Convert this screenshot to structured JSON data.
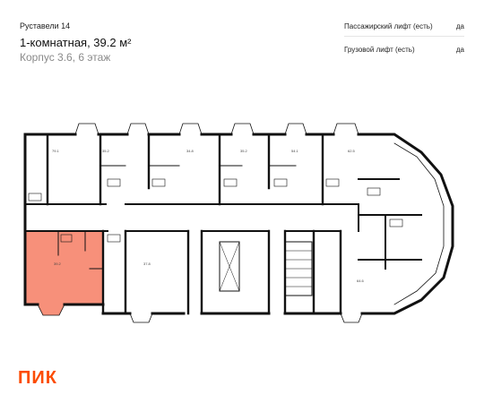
{
  "header": {
    "project": "Руставели 14",
    "title": "1-комнатная, 39.2 м²",
    "subtitle": "Корпус 3.6, 6 этаж"
  },
  "params": [
    {
      "label": "Пассажирский лифт (есть)",
      "value": "да"
    },
    {
      "label": "Грузовой лифт (есть)",
      "value": "да"
    }
  ],
  "plan": {
    "highlight_color": "#f7907a",
    "wall_color": "#111111",
    "area_labels": {
      "a1": "79.1",
      "a2": "35.2",
      "a3": "34.8",
      "a4": "35.2",
      "a5": "54.1",
      "a6": "62.5",
      "a7": "39.2",
      "a8": "37.8",
      "a9": "64.6"
    }
  },
  "brand": {
    "logo": "ПИК",
    "color": "#fc4c02"
  }
}
